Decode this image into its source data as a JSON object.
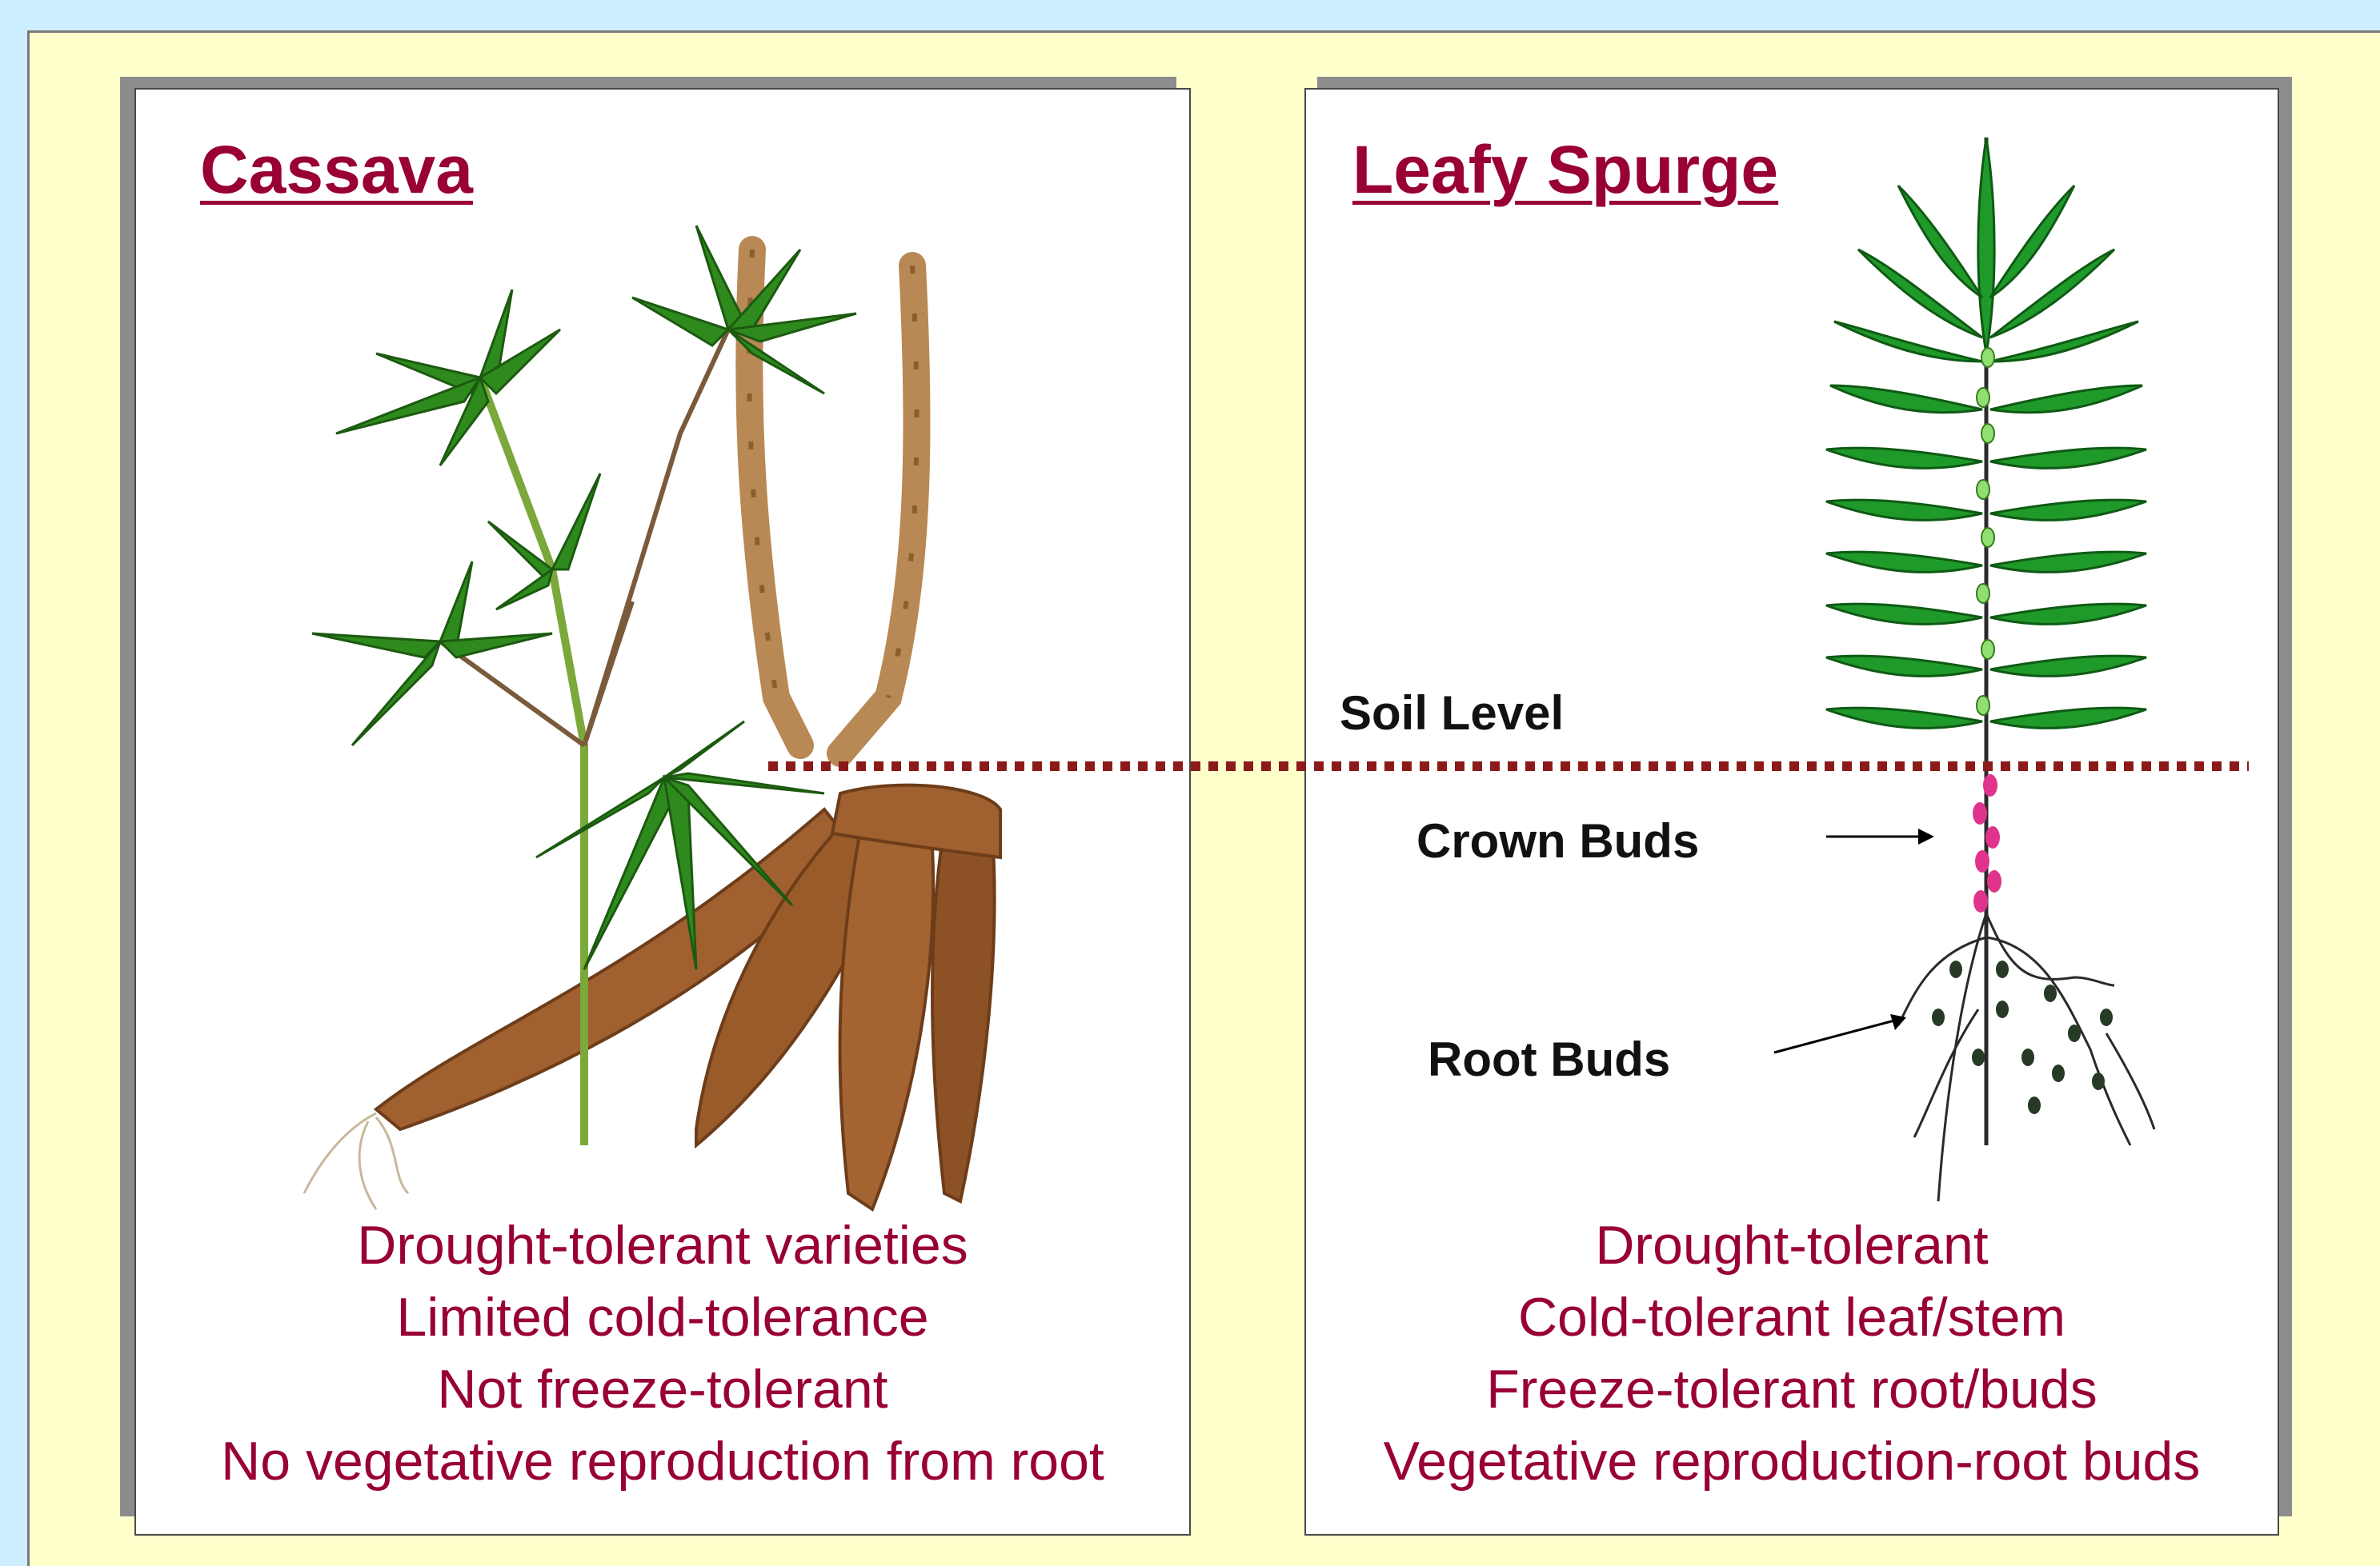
{
  "cassava": {
    "title": "Cassava",
    "traits": [
      "Drought-tolerant varieties",
      "Limited cold-tolerance",
      "Not freeze-tolerant",
      "No vegetative reproduction from root"
    ]
  },
  "spurge": {
    "title": "Leafy Spurge",
    "labels": {
      "soil": "Soil Level",
      "crown": "Crown Buds",
      "root": "Root Buds"
    },
    "traits": [
      "Drought-tolerant",
      "Cold-tolerant leaf/stem",
      "Freeze-tolerant root/buds",
      "Vegetative reproduction-root buds"
    ]
  },
  "colors": {
    "background": "#cdeeff",
    "slide": "#ffffcc",
    "accent": "#990033",
    "soil_line": "#8b1a1a",
    "crown_buds": "#e0338c"
  }
}
